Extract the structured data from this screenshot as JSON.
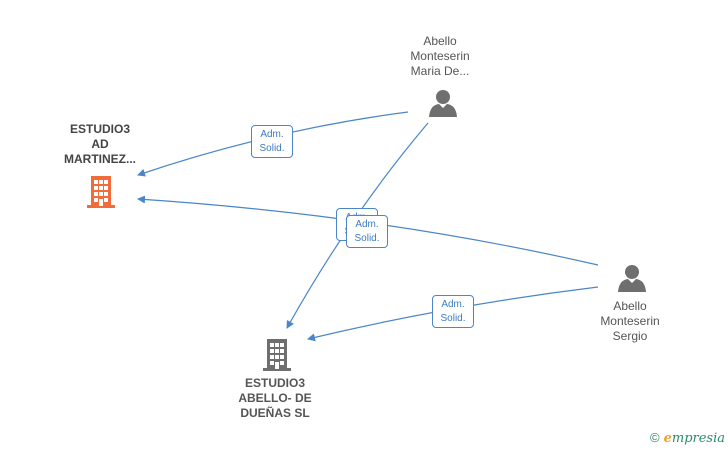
{
  "nodes": {
    "estudio3_ad": {
      "lines": [
        "ESTUDIO3",
        "AD",
        "MARTINEZ..."
      ],
      "type": "company",
      "color": "#f26b3a"
    },
    "estudio3_abello": {
      "lines": [
        "ESTUDIO3",
        "ABELLO- DE",
        "DUEÑAS SL"
      ],
      "type": "company",
      "color": "#6f6f6f"
    },
    "maria": {
      "lines": [
        "Abello",
        "Monteserin",
        "Maria De..."
      ],
      "type": "person",
      "color": "#6f6f6f"
    },
    "sergio": {
      "lines": [
        "Abello",
        "Monteserin",
        "Sergio"
      ],
      "type": "person",
      "color": "#6f6f6f"
    }
  },
  "edges": [
    {
      "from": "maria",
      "to": "estudio3_ad",
      "label": [
        "Adm.",
        "Solid."
      ]
    },
    {
      "from": "maria",
      "to": "estudio3_abello",
      "label": [
        "Adm.",
        "Solid."
      ]
    },
    {
      "from": "sergio",
      "to": "estudio3_ad",
      "label": [
        "Adm.",
        "Solid."
      ]
    },
    {
      "from": "sergio",
      "to": "estudio3_abello",
      "label": [
        "Adm.",
        "Solid."
      ]
    }
  ],
  "edge_color": "#4a86c8",
  "watermark": {
    "copyright": "©",
    "brand_initial": "e",
    "brand_rest": "mpresia"
  }
}
